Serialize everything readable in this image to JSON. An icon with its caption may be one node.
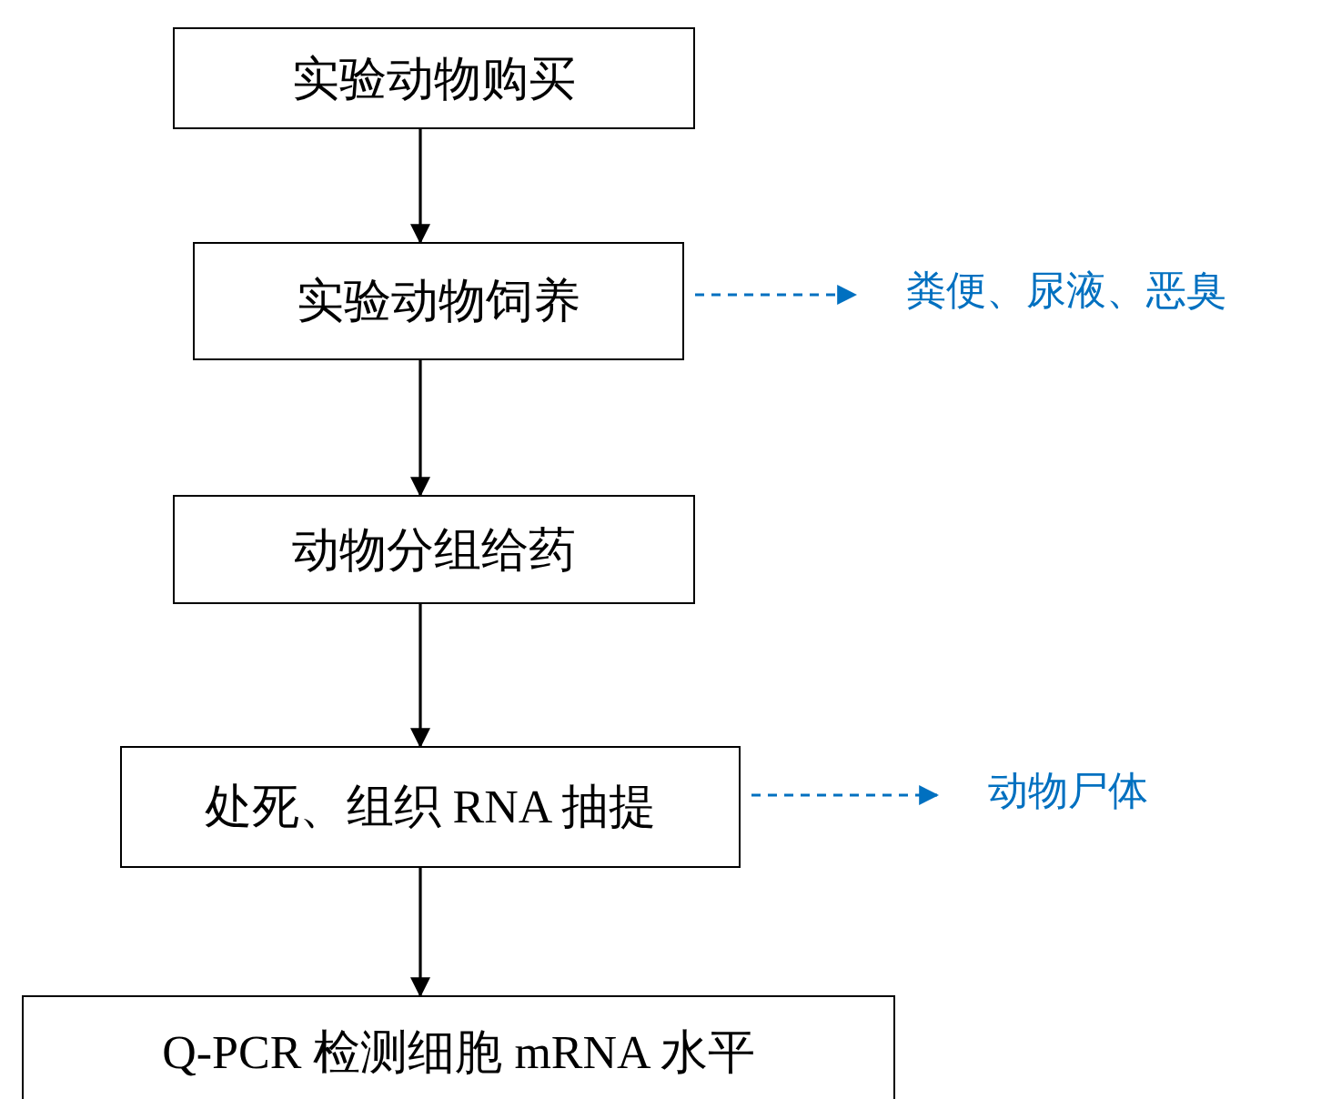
{
  "diagram": {
    "nodes": [
      {
        "text": [
          "实验动物购买"
        ]
      },
      {
        "text": [
          "实验动物饲养"
        ]
      },
      {
        "text": [
          "动物分组给药"
        ]
      },
      {
        "text": [
          "处死、组织 RNA 抽提"
        ]
      },
      {
        "text": [
          "Q-PCR 检测细胞 mRNA 水平"
        ]
      },
      {
        "text": [
          "粪便、尿液、恶臭"
        ]
      },
      {
        "text": [
          "动物尸体"
        ]
      }
    ],
    "edges": [
      {
        "from": 0,
        "to": 1,
        "arrow": "to"
      },
      {
        "from": 1,
        "to": 2,
        "arrow": "to"
      },
      {
        "from": 2,
        "to": 3,
        "arrow": "to"
      },
      {
        "from": 3,
        "to": 4,
        "arrow": "to"
      },
      {
        "from": 1,
        "to": 5,
        "arrow": "to",
        "style": "dashed",
        "color": "#0070c0"
      },
      {
        "from": 3,
        "to": 6,
        "arrow": "to",
        "style": "dashed",
        "color": "#0070c0"
      }
    ]
  }
}
